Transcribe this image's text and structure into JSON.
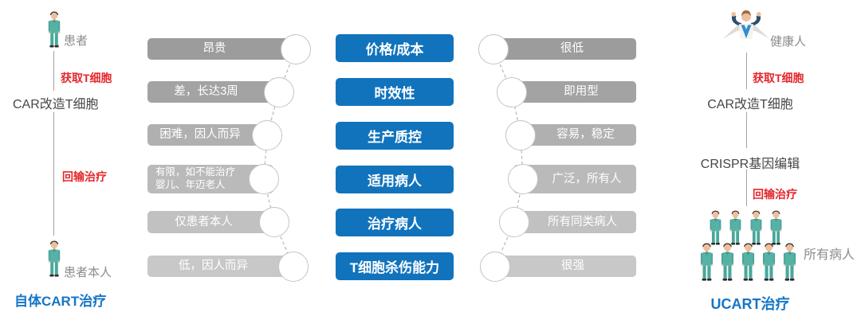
{
  "left_flow": {
    "person_label": "患者",
    "step_acquire": "获取T细胞",
    "node_car": "CAR改造T细胞",
    "step_infuse": "回输治疗",
    "person_bottom_label": "患者本人",
    "title": "自体CART治疗",
    "icons": {
      "top": "patient-icon",
      "bottom": "patient-icon"
    }
  },
  "right_flow": {
    "person_label": "健康人",
    "step_acquire": "获取T细胞",
    "node_car": "CAR改造T细胞",
    "node_crispr": "CRISPR基因编辑",
    "step_infuse": "回输治疗",
    "group_label": "所有病人",
    "title": "UCART治疗",
    "icons": {
      "top": "healthy-person-icon",
      "bottom": "patient-group-icon"
    }
  },
  "comparison": {
    "categories": [
      "价格/成本",
      "时效性",
      "生产质控",
      "适用病人",
      "治疗病人",
      "T细胞杀伤能力"
    ],
    "left_values": [
      "昂贵",
      "差，长达3周",
      "困难，因人而异",
      "有限，如不能治疗\n婴儿、年迈老人",
      "仅患者本人",
      "低，因人而异"
    ],
    "right_values": [
      "很低",
      "即用型",
      "容易，稳定",
      "广泛，所有人",
      "所有同类病人",
      "很强"
    ]
  },
  "colors": {
    "accent_blue": "#1173bc",
    "title_blue": "#1476c6",
    "step_red": "#e4282d",
    "scrub_teal": "#57b2a6",
    "bar_grays": [
      "#9c9c9c",
      "#a3a3a3",
      "#b0b0b0",
      "#bababa",
      "#c1c1c1",
      "#c8c8c8"
    ],
    "connector_gray": "#bdbdbd"
  }
}
